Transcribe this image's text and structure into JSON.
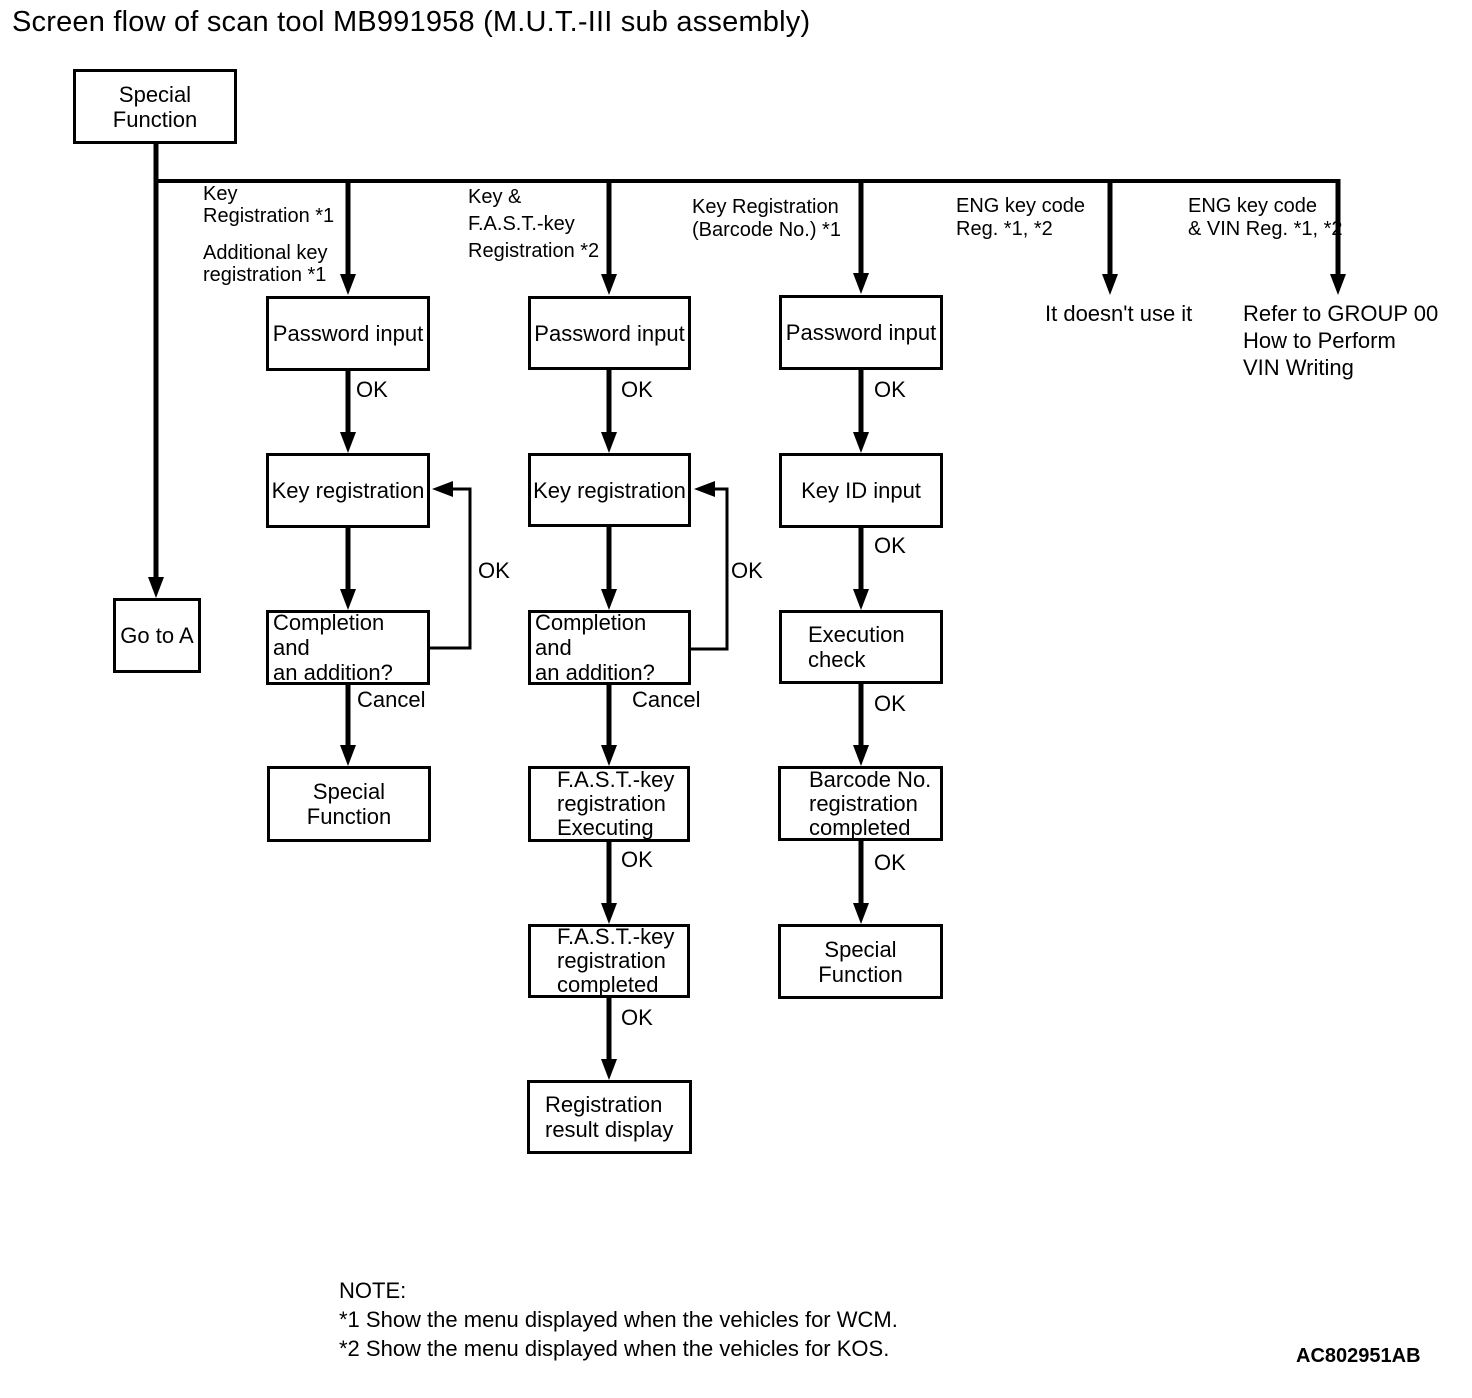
{
  "title": "Screen flow of scan tool MB991958 (M.U.T.-III sub assembly)",
  "figure_code": "AC802951AB",
  "labels": {
    "ok": "OK",
    "cancel": "Cancel"
  },
  "branches": {
    "key_registration": "Key\nRegistration *1",
    "additional_key": "Additional key\nregistration *1",
    "key_fast": "Key &\nF.A.S.T.-key\nRegistration *2",
    "key_barcode": "Key Registration\n(Barcode No.) *1",
    "eng_key_code": "ENG key code\nReg. *1, *2",
    "eng_key_vin": "ENG key code\n& VIN Reg. *1, *2"
  },
  "nodes": {
    "start": "Special\nFunction",
    "goto_a": "Go to A",
    "c1_password": "Password input",
    "c1_keyreg": "Key registration",
    "c1_completion": "Completion and\nan addition?",
    "c1_special": "Special\nFunction",
    "c2_password": "Password input",
    "c2_keyreg": "Key registration",
    "c2_completion": "Completion and\nan addition?",
    "c2_fast_exec": "F.A.S.T.-key\nregistration\nExecuting",
    "c2_fast_done": "F.A.S.T.-key\nregistration\ncompleted",
    "c2_result": "Registration\nresult display",
    "c3_password": "Password input",
    "c3_keyid": "Key ID input",
    "c3_exec_check": "Execution\ncheck",
    "c3_barcode_done": "Barcode No.\nregistration\ncompleted",
    "c3_special": "Special\nFunction"
  },
  "terminals": {
    "not_used": "It doesn't use it",
    "refer_vin": "Refer to GROUP 00\nHow to Perform\nVIN Writing"
  },
  "note": {
    "heading": "NOTE:",
    "line1": "*1 Show the menu displayed when the vehicles for WCM.",
    "line2": "*2 Show the menu displayed when the vehicles for KOS."
  }
}
